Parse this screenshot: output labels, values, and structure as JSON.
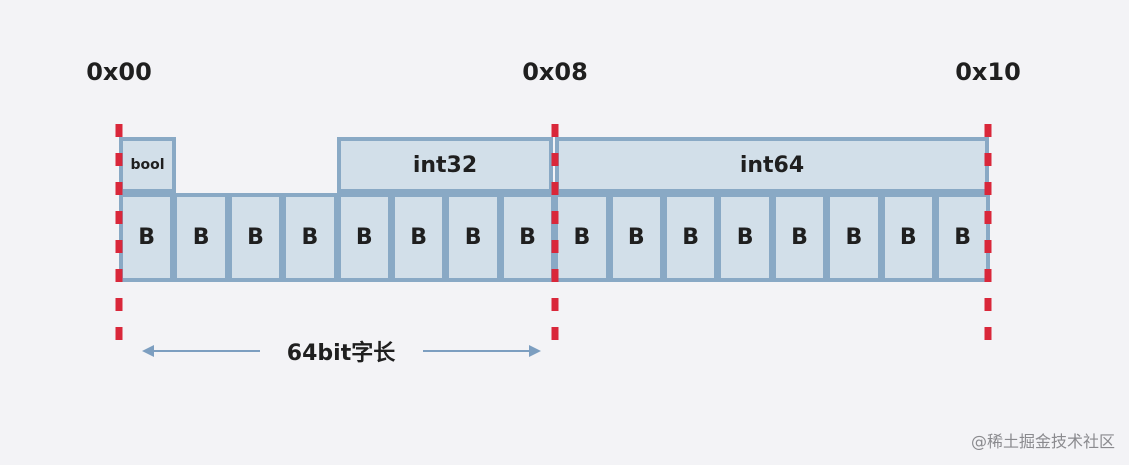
{
  "addresses": [
    {
      "label": "0x00"
    },
    {
      "label": "0x08"
    },
    {
      "label": "0x10"
    }
  ],
  "fields": {
    "bool": "bool",
    "int32": "int32",
    "int64": "int64"
  },
  "bytes": [
    "B",
    "B",
    "B",
    "B",
    "B",
    "B",
    "B",
    "B",
    "B",
    "B",
    "B",
    "B",
    "B",
    "B",
    "B",
    "B"
  ],
  "word_size_label": "64bit字长",
  "watermark": "@稀土掘金技术社区",
  "colors": {
    "boundary": "#d9273a",
    "cell_fill": "#d2dfe9",
    "cell_border": "#89a9c5",
    "arrow": "#7c9ec0"
  }
}
